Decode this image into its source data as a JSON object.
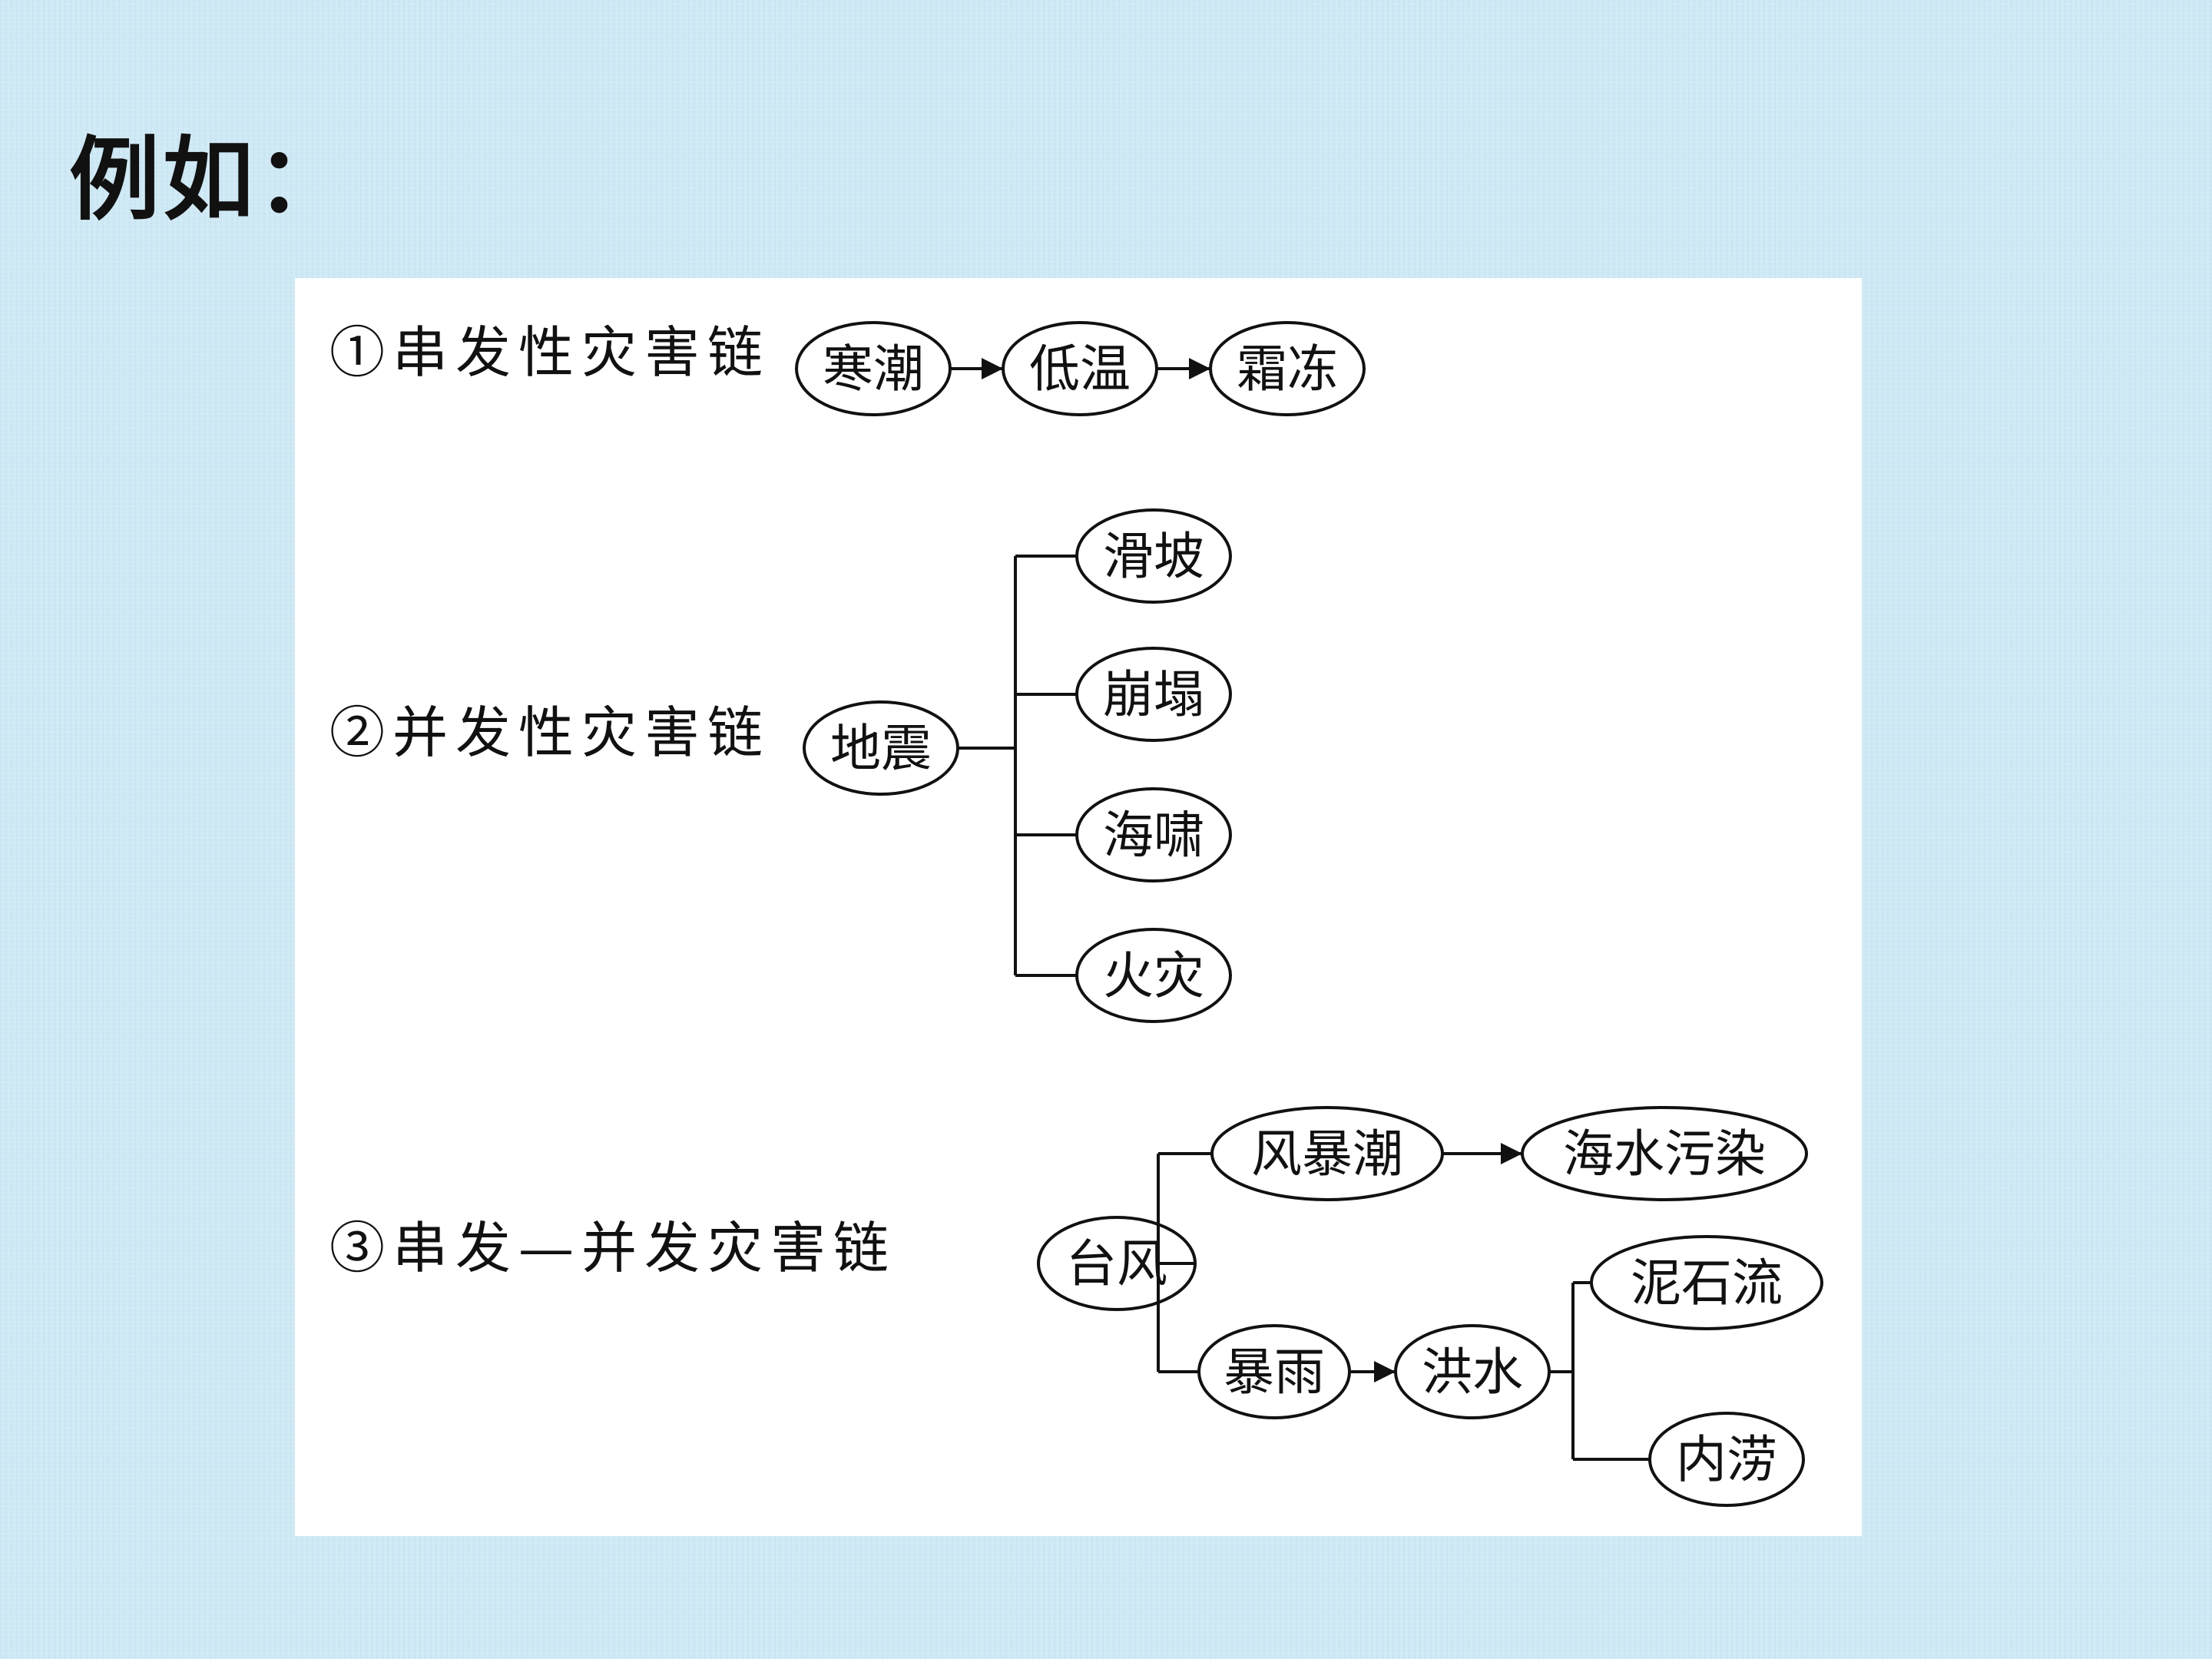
{
  "heading": "例如：",
  "chains": [
    {
      "label": "①串发性灾害链",
      "nodes": [
        "寒潮",
        "低温",
        "霜冻"
      ]
    },
    {
      "label": "②并发性灾害链",
      "root": "地震",
      "branches": [
        "滑坡",
        "崩塌",
        "海啸",
        "火灾"
      ]
    },
    {
      "label": "③串发—并发灾害链",
      "root": "台风",
      "upper": [
        "风暴潮",
        "海水污染"
      ],
      "lower": [
        "暴雨",
        "洪水"
      ],
      "lower_branches": [
        "泥石流",
        "内涝"
      ]
    }
  ]
}
